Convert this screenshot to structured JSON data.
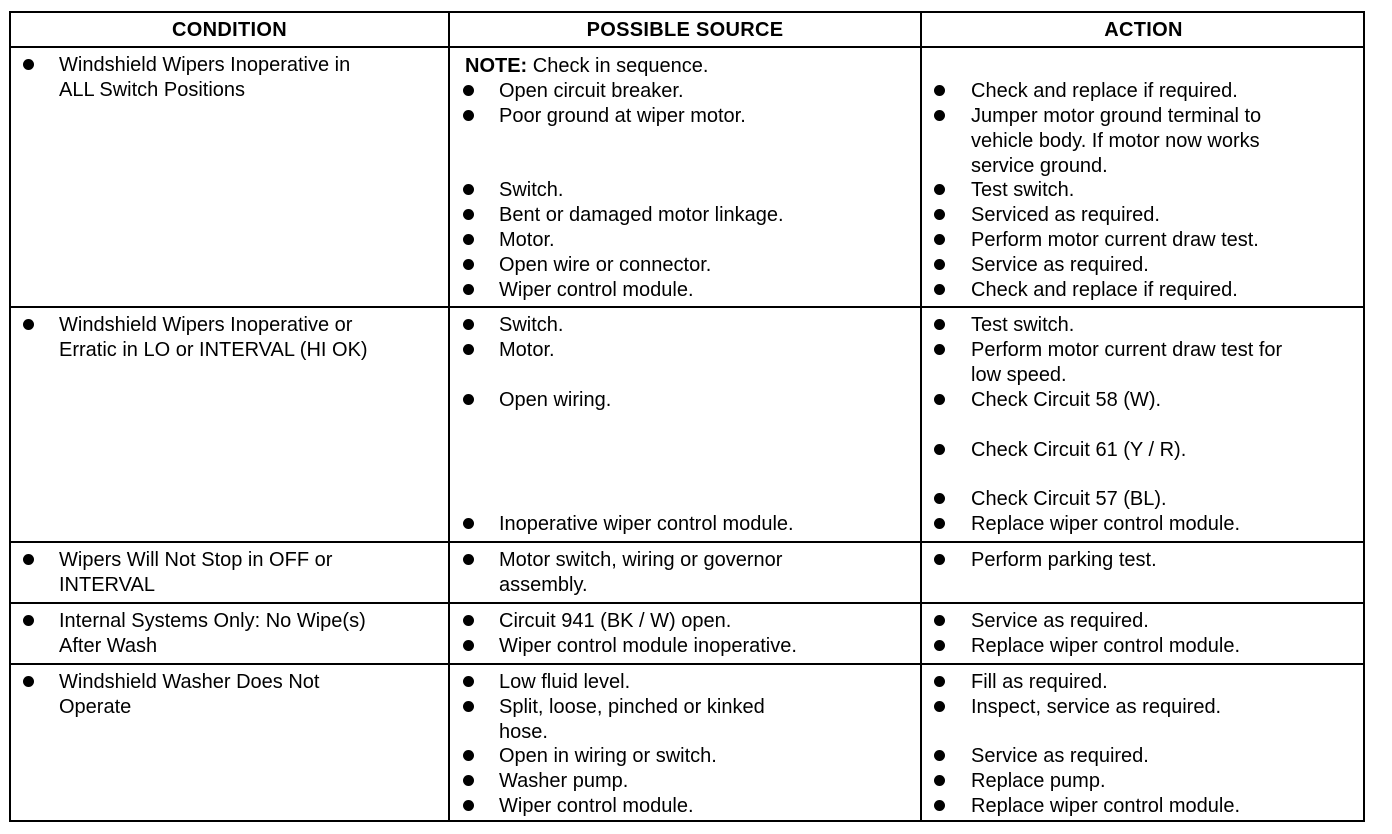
{
  "headers": {
    "condition": "CONDITION",
    "source": "POSSIBLE SOURCE",
    "action": "ACTION"
  },
  "rows": [
    {
      "condition": [
        "Windshield Wipers Inoperative in",
        "ALL Switch Positions"
      ],
      "note_label": "NOTE:",
      "note_text": " Check in sequence.",
      "sources": [
        [
          "Open circuit breaker."
        ],
        [
          "Poor ground at wiper motor."
        ],
        [
          "Switch."
        ],
        [
          "Bent or damaged motor linkage."
        ],
        [
          "Motor."
        ],
        [
          "Open wire or connector."
        ],
        [
          "Wiper control module."
        ]
      ],
      "actions": [
        [
          "Check and replace if required."
        ],
        [
          "Jumper motor ground terminal to",
          "vehicle body. If motor now works",
          "service ground."
        ],
        [
          "Test switch."
        ],
        [
          "Serviced as required."
        ],
        [
          "Perform motor current draw test."
        ],
        [
          "Service as required."
        ],
        [
          "Check and replace if required."
        ]
      ]
    },
    {
      "condition": [
        "Windshield Wipers Inoperative or",
        "Erratic in LO or INTERVAL (HI OK)"
      ],
      "sources": [
        [
          "Switch."
        ],
        [
          "Motor."
        ],
        [
          "Open wiring."
        ],
        [
          "Inoperative wiper control module."
        ]
      ],
      "actions": [
        [
          "Test switch."
        ],
        [
          "Perform motor current draw test for",
          "low speed."
        ],
        [
          "Check Circuit 58 (W)."
        ],
        [
          "Check Circuit 61 (Y / R)."
        ],
        [
          "Check Circuit 57 (BL)."
        ],
        [
          "Replace wiper control module."
        ]
      ]
    },
    {
      "condition": [
        "Wipers Will Not Stop in OFF or",
        "INTERVAL"
      ],
      "sources": [
        [
          "Motor switch, wiring or governor",
          "assembly."
        ]
      ],
      "actions": [
        [
          "Perform parking test."
        ]
      ]
    },
    {
      "condition": [
        "Internal Systems Only: No Wipe(s)",
        "After Wash"
      ],
      "sources": [
        [
          "Circuit 941 (BK / W) open."
        ],
        [
          "Wiper control module inoperative."
        ]
      ],
      "actions": [
        [
          "Service as required."
        ],
        [
          "Replace wiper control module."
        ]
      ]
    },
    {
      "condition": [
        "Windshield Washer Does Not",
        "Operate"
      ],
      "sources": [
        [
          "Low fluid level."
        ],
        [
          "Split, loose, pinched or kinked",
          "hose."
        ],
        [
          "Open in wiring or switch."
        ],
        [
          "Washer pump."
        ],
        [
          "Wiper control module."
        ]
      ],
      "actions": [
        [
          "Fill as required."
        ],
        [
          "Inspect, service as required."
        ],
        [
          "Service as required."
        ],
        [
          "Replace pump."
        ],
        [
          "Replace wiper control module."
        ]
      ]
    }
  ]
}
